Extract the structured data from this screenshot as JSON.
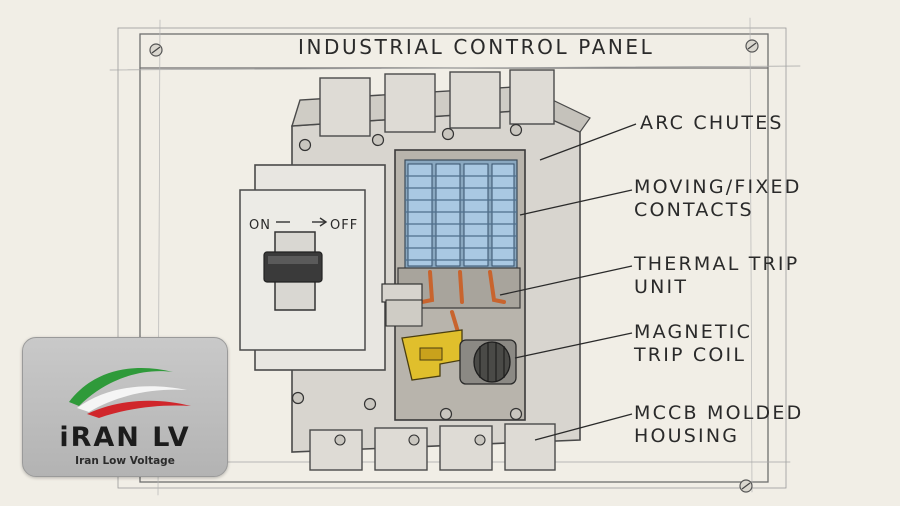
{
  "title": "INDUSTRIAL CONTROL PANEL",
  "labels": {
    "arc_chutes": [
      "ARC CHUTES"
    ],
    "contacts": [
      "MOVING/FIXED",
      "CONTACTS"
    ],
    "thermal": [
      "THERMAL TRIP",
      "UNIT"
    ],
    "magnetic": [
      "MAGNETIC",
      "TRIP COIL"
    ],
    "housing": [
      "MCCB MOLDED",
      "HOUSING"
    ]
  },
  "switch": {
    "on_label": "ON",
    "off_label": "OFF"
  },
  "logo": {
    "brand": "iRAN LV",
    "tagline": "Iran Low Voltage"
  },
  "colors": {
    "paper": "#f1eee6",
    "housing": "#e4e2dc",
    "arc_chute": "#a9c8e2",
    "copper": "#c8642e",
    "magnetic_coil": "#e0bf2c",
    "logo_green": "#2f9a3a",
    "logo_red": "#d0262b",
    "logo_card": "#bfbfbf"
  },
  "icons": [
    "iran-lv-logo-icon",
    "screw-icon"
  ]
}
